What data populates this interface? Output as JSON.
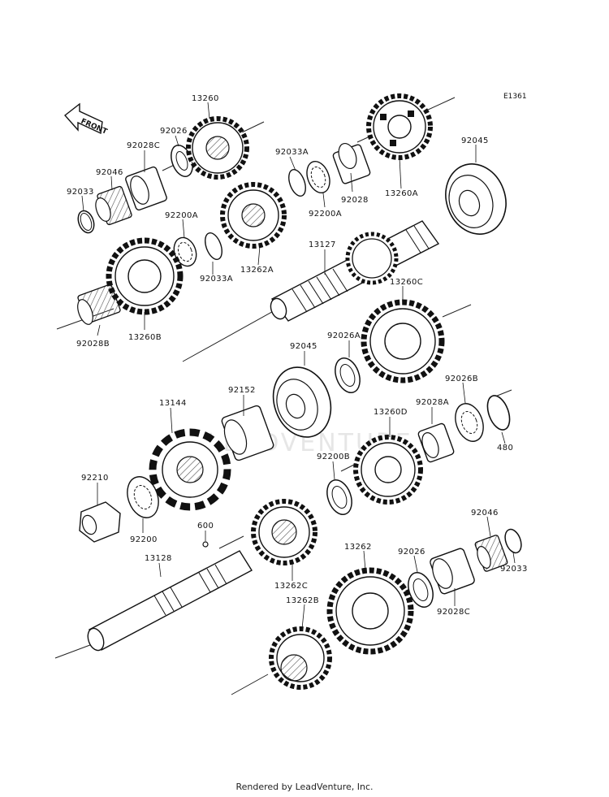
{
  "diagram_id": "E1361",
  "front_label": "FRONT",
  "watermark": "LEADVENTURE",
  "footer": "Rendered by LeadVenture, Inc.",
  "labels": {
    "l13260": "13260",
    "l92026_top": "92026",
    "l92028C_top": "92028C",
    "l92046_top": "92046",
    "l92033_top": "92033",
    "l92033A_top": "92033A",
    "l92200A_left": "92200A",
    "l92033A_left": "92033A",
    "l13262A": "13262A",
    "l92200A_mid": "92200A",
    "l92028": "92028",
    "l13260A": "13260A",
    "l92045_top": "92045",
    "l13127": "13127",
    "l13260B": "13260B",
    "l92028B": "92028B",
    "l13260C": "13260C",
    "l92026A": "92026A",
    "l92045_mid": "92045",
    "l92152": "92152",
    "l13144": "13144",
    "l92026B": "92026B",
    "l92028A": "92028A",
    "l13260D": "13260D",
    "l480": "480",
    "l92200B": "92200B",
    "l92210": "92210",
    "l92200": "92200",
    "l600": "600",
    "l13128": "13128",
    "l13262C": "13262C",
    "l13262": "13262",
    "l92046_bot": "92046",
    "l92026_bot": "92026",
    "l92033_bot": "92033",
    "l92028C_bot": "92028C",
    "l13262B": "13262B"
  }
}
